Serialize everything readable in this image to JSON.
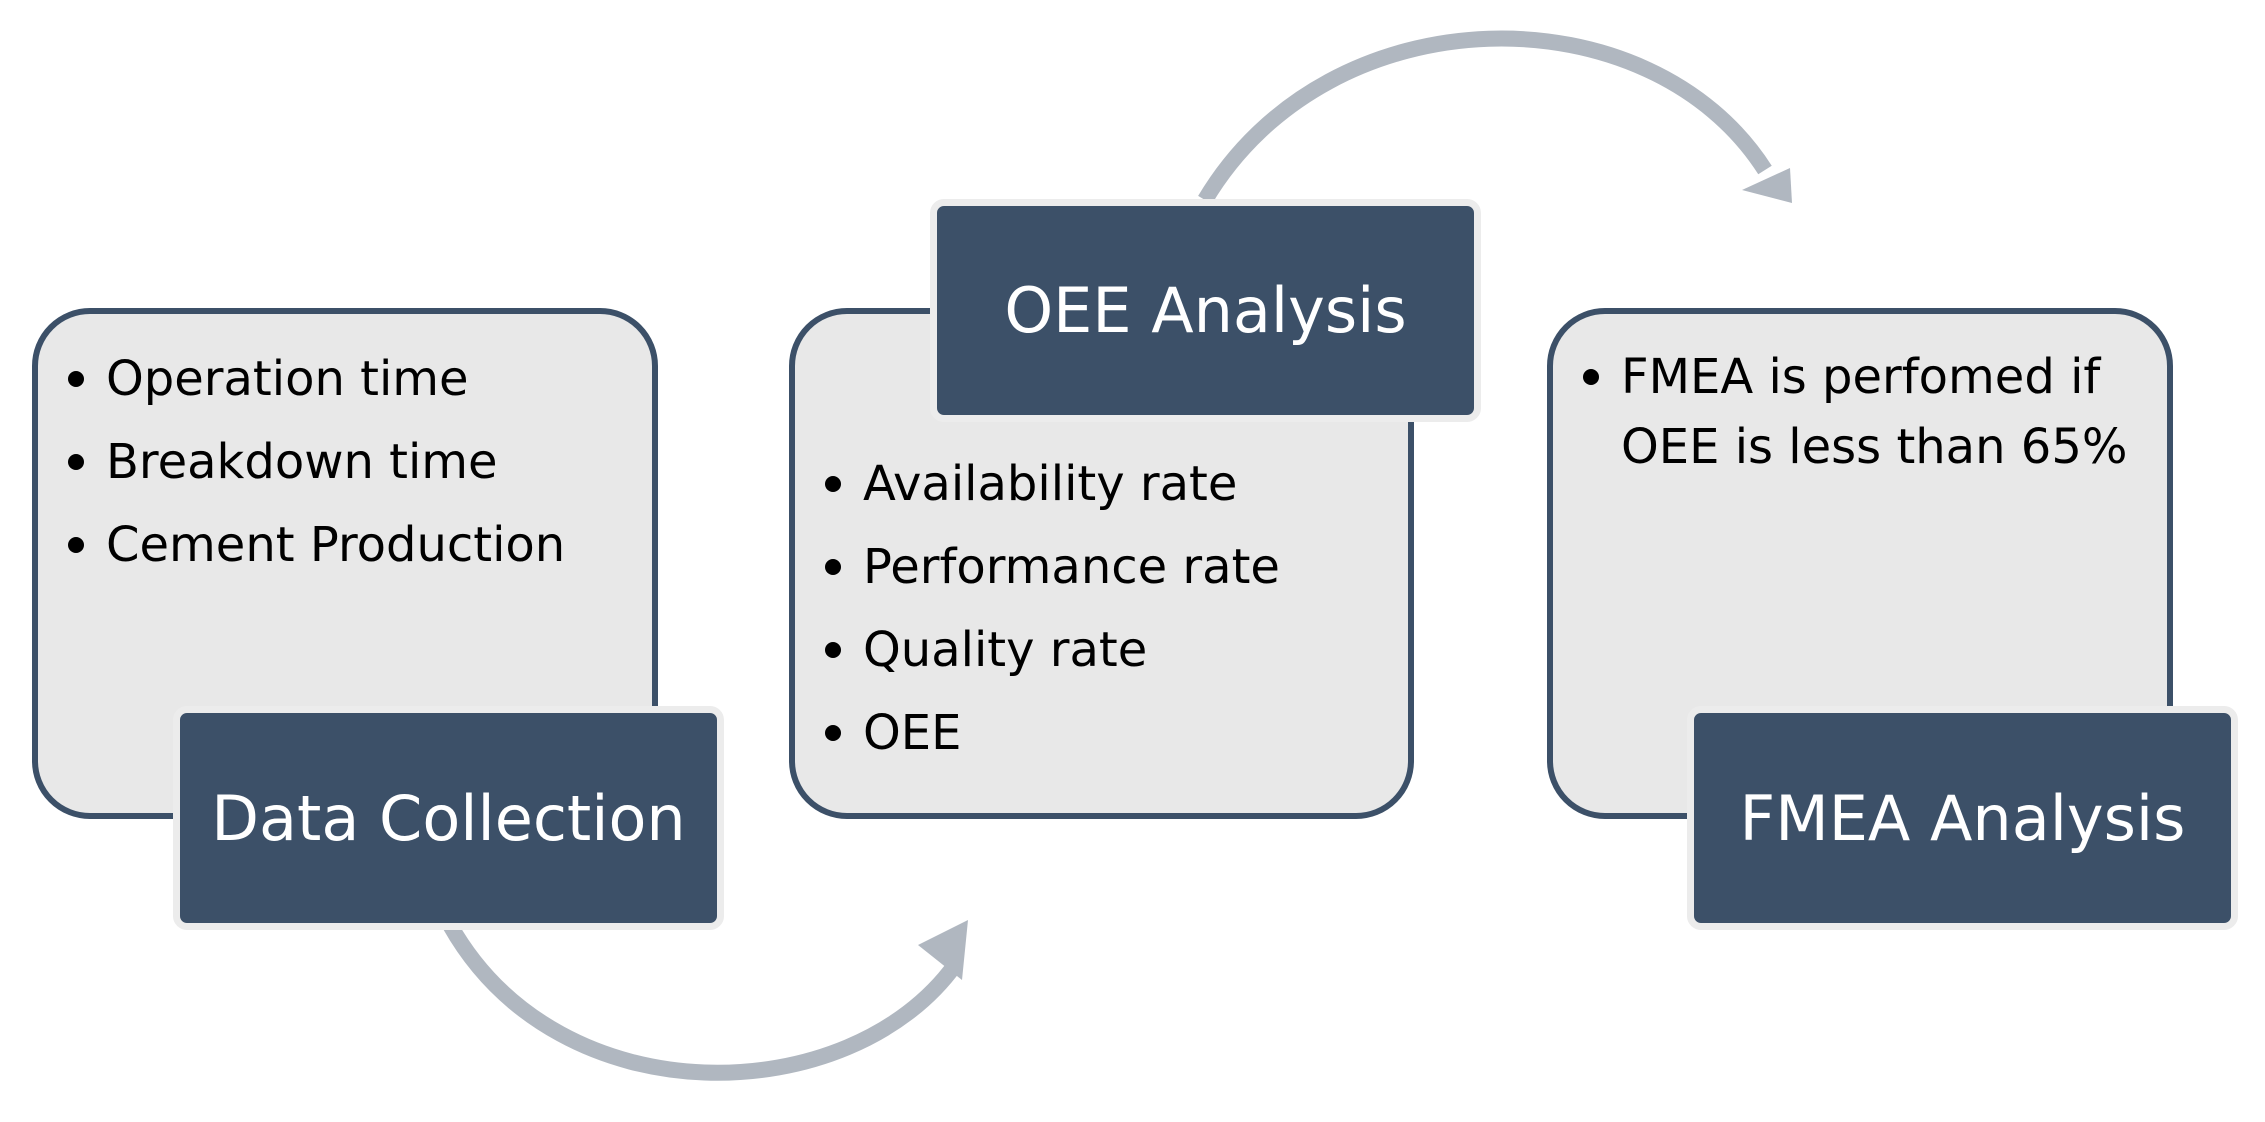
{
  "colors": {
    "card_fill": "#e8e8e8",
    "card_border": "#3c5068",
    "label_fill": "#3c5068",
    "label_text": "#ffffff",
    "arrow": "#b0b7c0"
  },
  "steps": [
    {
      "title": "Data Collection",
      "items": [
        "Operation time",
        "Breakdown time",
        "Cement Production"
      ]
    },
    {
      "title": "OEE Analysis",
      "items": [
        "Availability rate",
        "Performance rate",
        "Quality rate",
        "OEE"
      ]
    },
    {
      "title": "FMEA Analysis",
      "items": [
        "FMEA is perfomed if OEE is less than 65%"
      ]
    }
  ]
}
